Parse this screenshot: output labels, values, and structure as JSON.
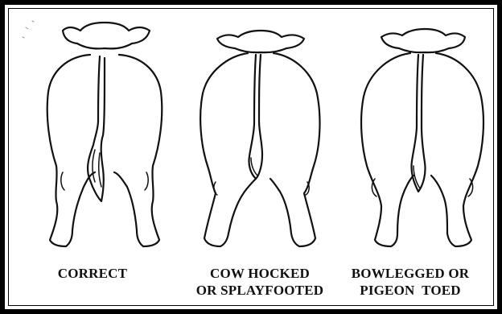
{
  "figures": [
    {
      "label_lines": [
        "CORRECT"
      ]
    },
    {
      "label_lines": [
        "COW HOCKED",
        "OR SPLAYFOOTED"
      ]
    },
    {
      "label_lines": [
        "BOWLEGGED OR",
        "PIGEON  TOED"
      ]
    }
  ],
  "colors": {
    "ink": "#111111",
    "frame": "#000000",
    "background": "#ffffff"
  }
}
